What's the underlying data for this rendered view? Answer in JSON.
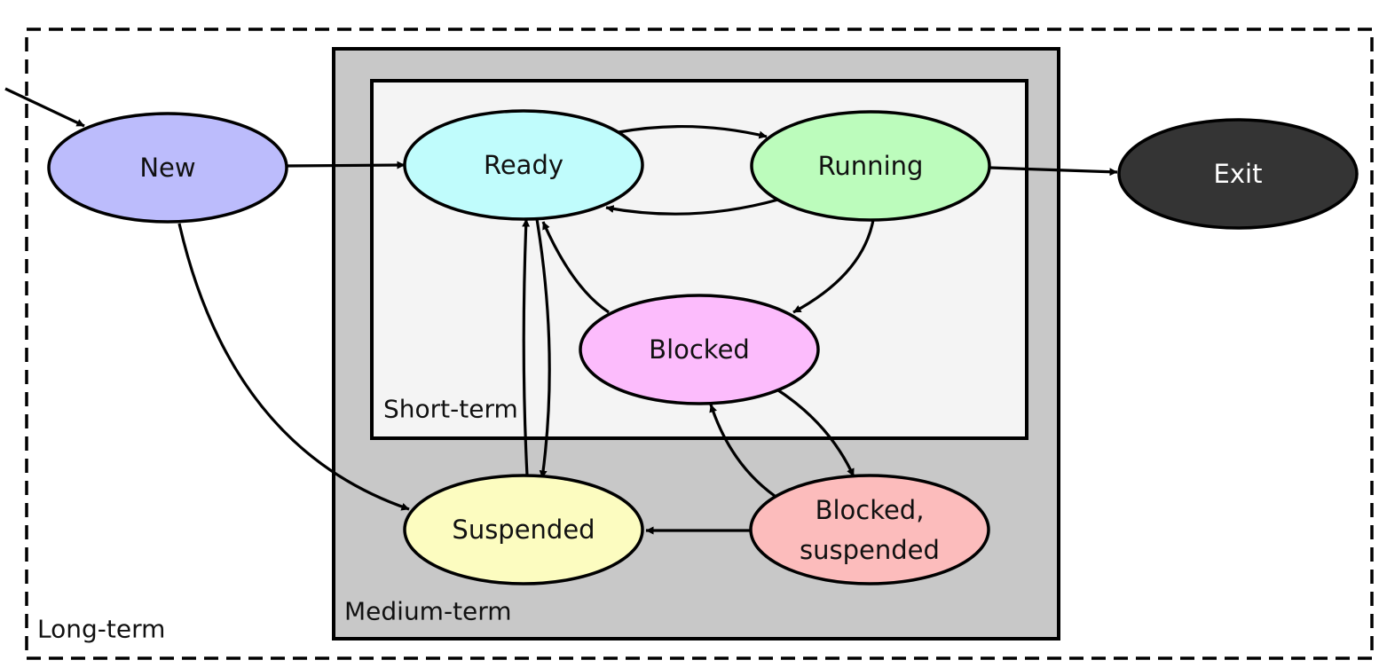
{
  "regions": {
    "long_term": {
      "label": "Long-term"
    },
    "medium_term": {
      "label": "Medium-term",
      "fill": "#c8c8c8"
    },
    "short_term": {
      "label": "Short-term",
      "fill": "#f4f4f4"
    }
  },
  "states": {
    "new": {
      "label": "New",
      "fill": "#bcbcfc",
      "text_color": "#111111"
    },
    "ready": {
      "label": "Ready",
      "fill": "#c0fcfc",
      "text_color": "#111111"
    },
    "running": {
      "label": "Running",
      "fill": "#bcfcbc",
      "text_color": "#111111"
    },
    "exit": {
      "label": "Exit",
      "fill": "#343434",
      "text_color": "#ffffff"
    },
    "blocked": {
      "label": "Blocked",
      "fill": "#fcbcfc",
      "text_color": "#111111"
    },
    "suspended": {
      "label": "Suspended",
      "fill": "#fcfcc0",
      "text_color": "#111111"
    },
    "blocked_suspended": {
      "label_line1": "Blocked,",
      "label_line2": "suspended",
      "fill": "#fcbcbc",
      "text_color": "#111111"
    }
  }
}
